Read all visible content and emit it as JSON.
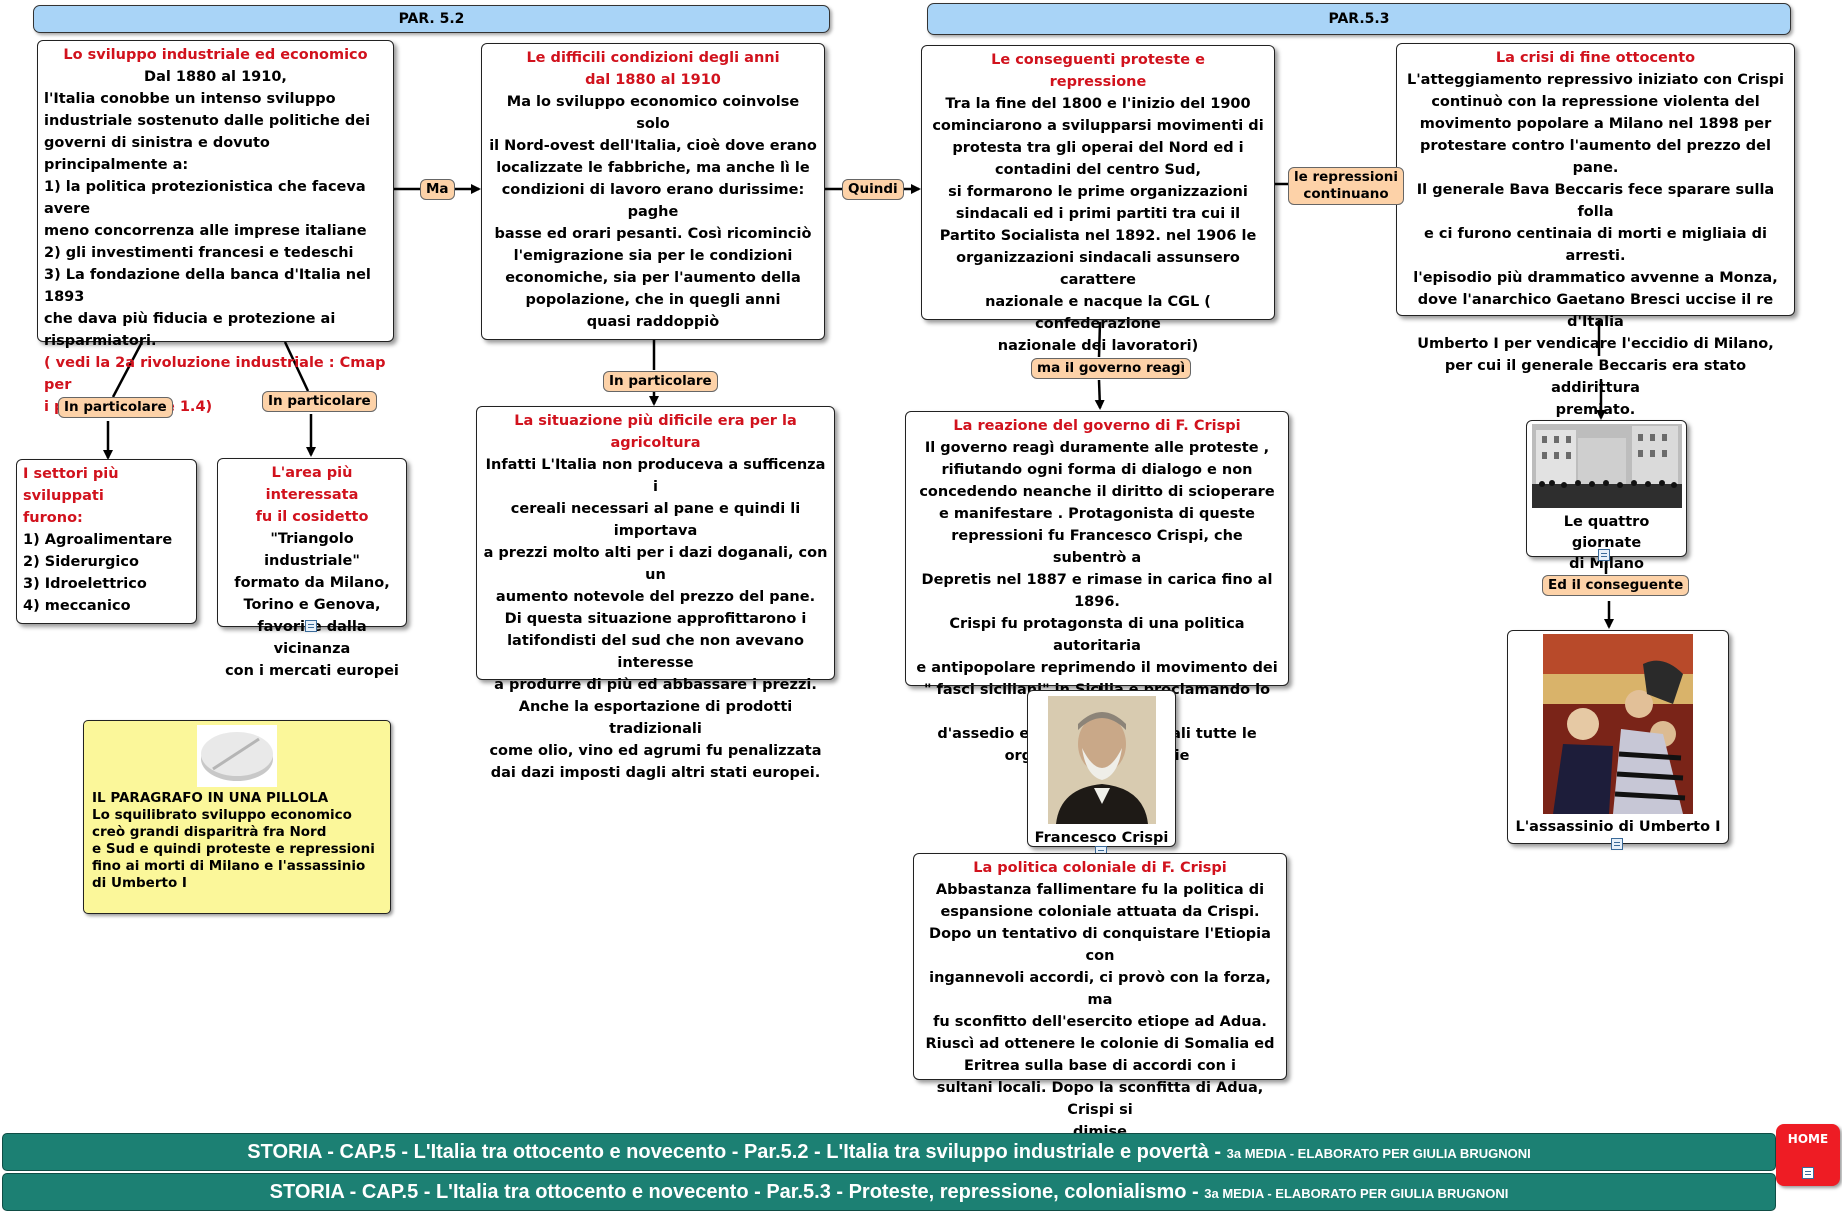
{
  "headers": {
    "par52": "PAR. 5.2",
    "par53": "PAR.5.3"
  },
  "nodes": {
    "sviluppo": {
      "title": "Lo sviluppo industriale ed economico",
      "subtitle": "Dal 1880 al 1910,",
      "body": "l'Italia conobbe un intenso sviluppo\nindustriale sostenuto dalle politiche dei\ngoverni di sinistra e dovuto principalmente a:\n 1) la politica protezionistica che faceva avere\nmeno concorrenza alle imprese  italiane\n2) gli investimenti francesi e tedeschi\n3) La fondazione della banca d'Italia nel 1893\nche dava più fiducia e protezione ai\nrisparmiatori.",
      "note": "( vedi la 2a rivoluzione industriale : Cmap per\n i paragrafi  1.3 e 1.4)"
    },
    "difficili": {
      "title": "Le difficili condizioni degli anni\ndal 1880 al 1910",
      "body": "Ma lo sviluppo economico coinvolse solo\nil Nord-ovest dell'Italia, cioè dove erano\nlocalizzate le fabbriche, ma anche lì le\ncondizioni di lavoro erano durissime: paghe\nbasse ed orari pesanti. Così ricominciò\nl'emigrazione sia per le condizioni\neconomiche, sia per l'aumento della\npopolazione, che in quegli anni\nquasi raddoppiò"
    },
    "proteste": {
      "title": "Le conseguenti proteste e\nrepressione",
      "body": "Tra la fine del 1800 e l'inizio del 1900\ncominciarono a svilupparsi movimenti di\nprotesta tra gli operai del Nord ed i\ncontadini del centro Sud,\nsi formarono le prime organizzazioni\nsindacali ed i primi partiti tra cui il\nPartito Socialista nel 1892. nel 1906 le\norganizzazioni sindacali assunsero carattere\nnazionale e nacque la CGL ( confederazione\nnazionale dei lavoratori)"
    },
    "crisi": {
      "title": "La crisi di fine ottocento",
      "body": "L'atteggiamento repressivo iniziato con Crispi\ncontinuò con la repressione violenta del\nmovimento popolare a Milano nel 1898 per\nprotestare contro l'aumento del prezzo del pane.\nIl generale Bava Beccaris fece sparare sulla folla\ne ci furono centinaia di morti e migliaia di arresti.\nl'episodio più drammatico avvenne a Monza,\ndove l'anarchico Gaetano Bresci uccise il re d'Italia\nUmberto I per vendicare l'eccidio di Milano,\nper cui il generale Beccaris era stato addirittura\npremiato."
    },
    "settori": {
      "title": "I settori più sviluppati\n furono:",
      "body": "1) Agroalimentare\n2) Siderurgico\n3) Idroelettrico\n4) meccanico"
    },
    "area": {
      "title": "L'area più interessata\nfu il cosidetto",
      "body": "\"Triangolo industriale\"\nformato da Milano,\nTorino e Genova,\nfavorite dalla vicinanza\ncon i mercati europei"
    },
    "agricoltura": {
      "title": "La situazione più dificile era per la\nagricoltura",
      "body": "Infatti L'Italia non produceva a sufficenza i\ncereali necessari al pane e quindi li importava\na prezzi molto alti per i dazi doganali, con un\naumento notevole del prezzo del pane.\nDi questa situazione approfittarono i\nlatifondisti del sud che non avevano interesse\na produrre di più ed abbassare i prezzi.\nAnche la esportazione di prodotti tradizionali\ncome olio, vino ed agrumi fu penalizzata\ndai dazi imposti dagli altri stati europei."
    },
    "reazione": {
      "title": "La reazione del governo di F. Crispi",
      "body": "Il governo reagì duramente alle proteste ,\nrifiutando ogni forma di dialogo e non\nconcedendo neanche il diritto di scioperare\ne manifestare . Protagonista di queste\nrepressioni fu Francesco Crispi, che subentrò a\nDepretis nel 1887 e rimase in carica fino al 1896.\nCrispi fu protagonsta di una politica autoritaria\ne antipopolare reprimendo il movimento dei\n\" fasci siciliani\" in Sicilia e proclamando lo stadio\nd'assedio e dichiarando illegali tutte le\norganizzazioni operaie"
    },
    "coloniale": {
      "title": "La politica coloniale di F. Crispi",
      "body": "Abbastanza fallimentare fu la politica di\nespansione coloniale attuata da Crispi.\nDopo un tentativo di conquistare l'Etiopia con\ningannevoli accordi, ci provò con la forza, ma\nfu sconfitto dell'esercito etiope ad Adua.\nRiuscì ad ottenere le colonie di Somalia ed\nEritrea sulla base di accordi con i\nsultani locali. Dopo la sconfitta di Adua, Crispi si\ndimise"
    },
    "crispi_photo": {
      "caption": "Francesco Crispi"
    },
    "milano_photo": {
      "caption": "Le quattro giornate\ndi Milano"
    },
    "umberto_photo": {
      "caption": "L'assassinio di Umberto I"
    }
  },
  "links": {
    "ma": "Ma",
    "quindi": "Quindi",
    "repressioni": "le repressioni\ncontinuano",
    "in_particolare_1": "In particolare",
    "in_particolare_2": "In particolare",
    "in_particolare_3": "In particolare",
    "governo": "ma il governo reagì",
    "conseguente": "Ed il conseguente"
  },
  "pill": {
    "text": "IL  PARAGRAFO IN UNA PILLOLA\nLo squilibrato sviluppo economico\ncreò grandi disparitrà fra Nord\ne Sud e quindi proteste e repressioni\nfino ai morti di Milano e l'assassinio\ndi Umberto I"
  },
  "footer": {
    "line1_main": "STORIA - CAP.5 - L'Italia tra ottocento e novecento - Par.5.2 - L'Italia tra sviluppo industriale e povertà - ",
    "line1_small": "3a MEDIA - ELABORATO  PER GIULIA BRUGNONI",
    "line2_main": "STORIA - CAP.5 - L'Italia tra ottocento e novecento - Par.5.3 - Proteste, repressione, colonialismo - ",
    "line2_small": "3a MEDIA - ELABORATO  PER GIULIA BRUGNONI",
    "home": "HOME"
  },
  "colors": {
    "header_bg": "#a9d4f7",
    "title_red": "#d1121d",
    "link_bg": "#fdd2a8",
    "pill_bg": "#fbf79a",
    "footer_bg": "#1c8073",
    "home_bg": "#ee1c24"
  }
}
